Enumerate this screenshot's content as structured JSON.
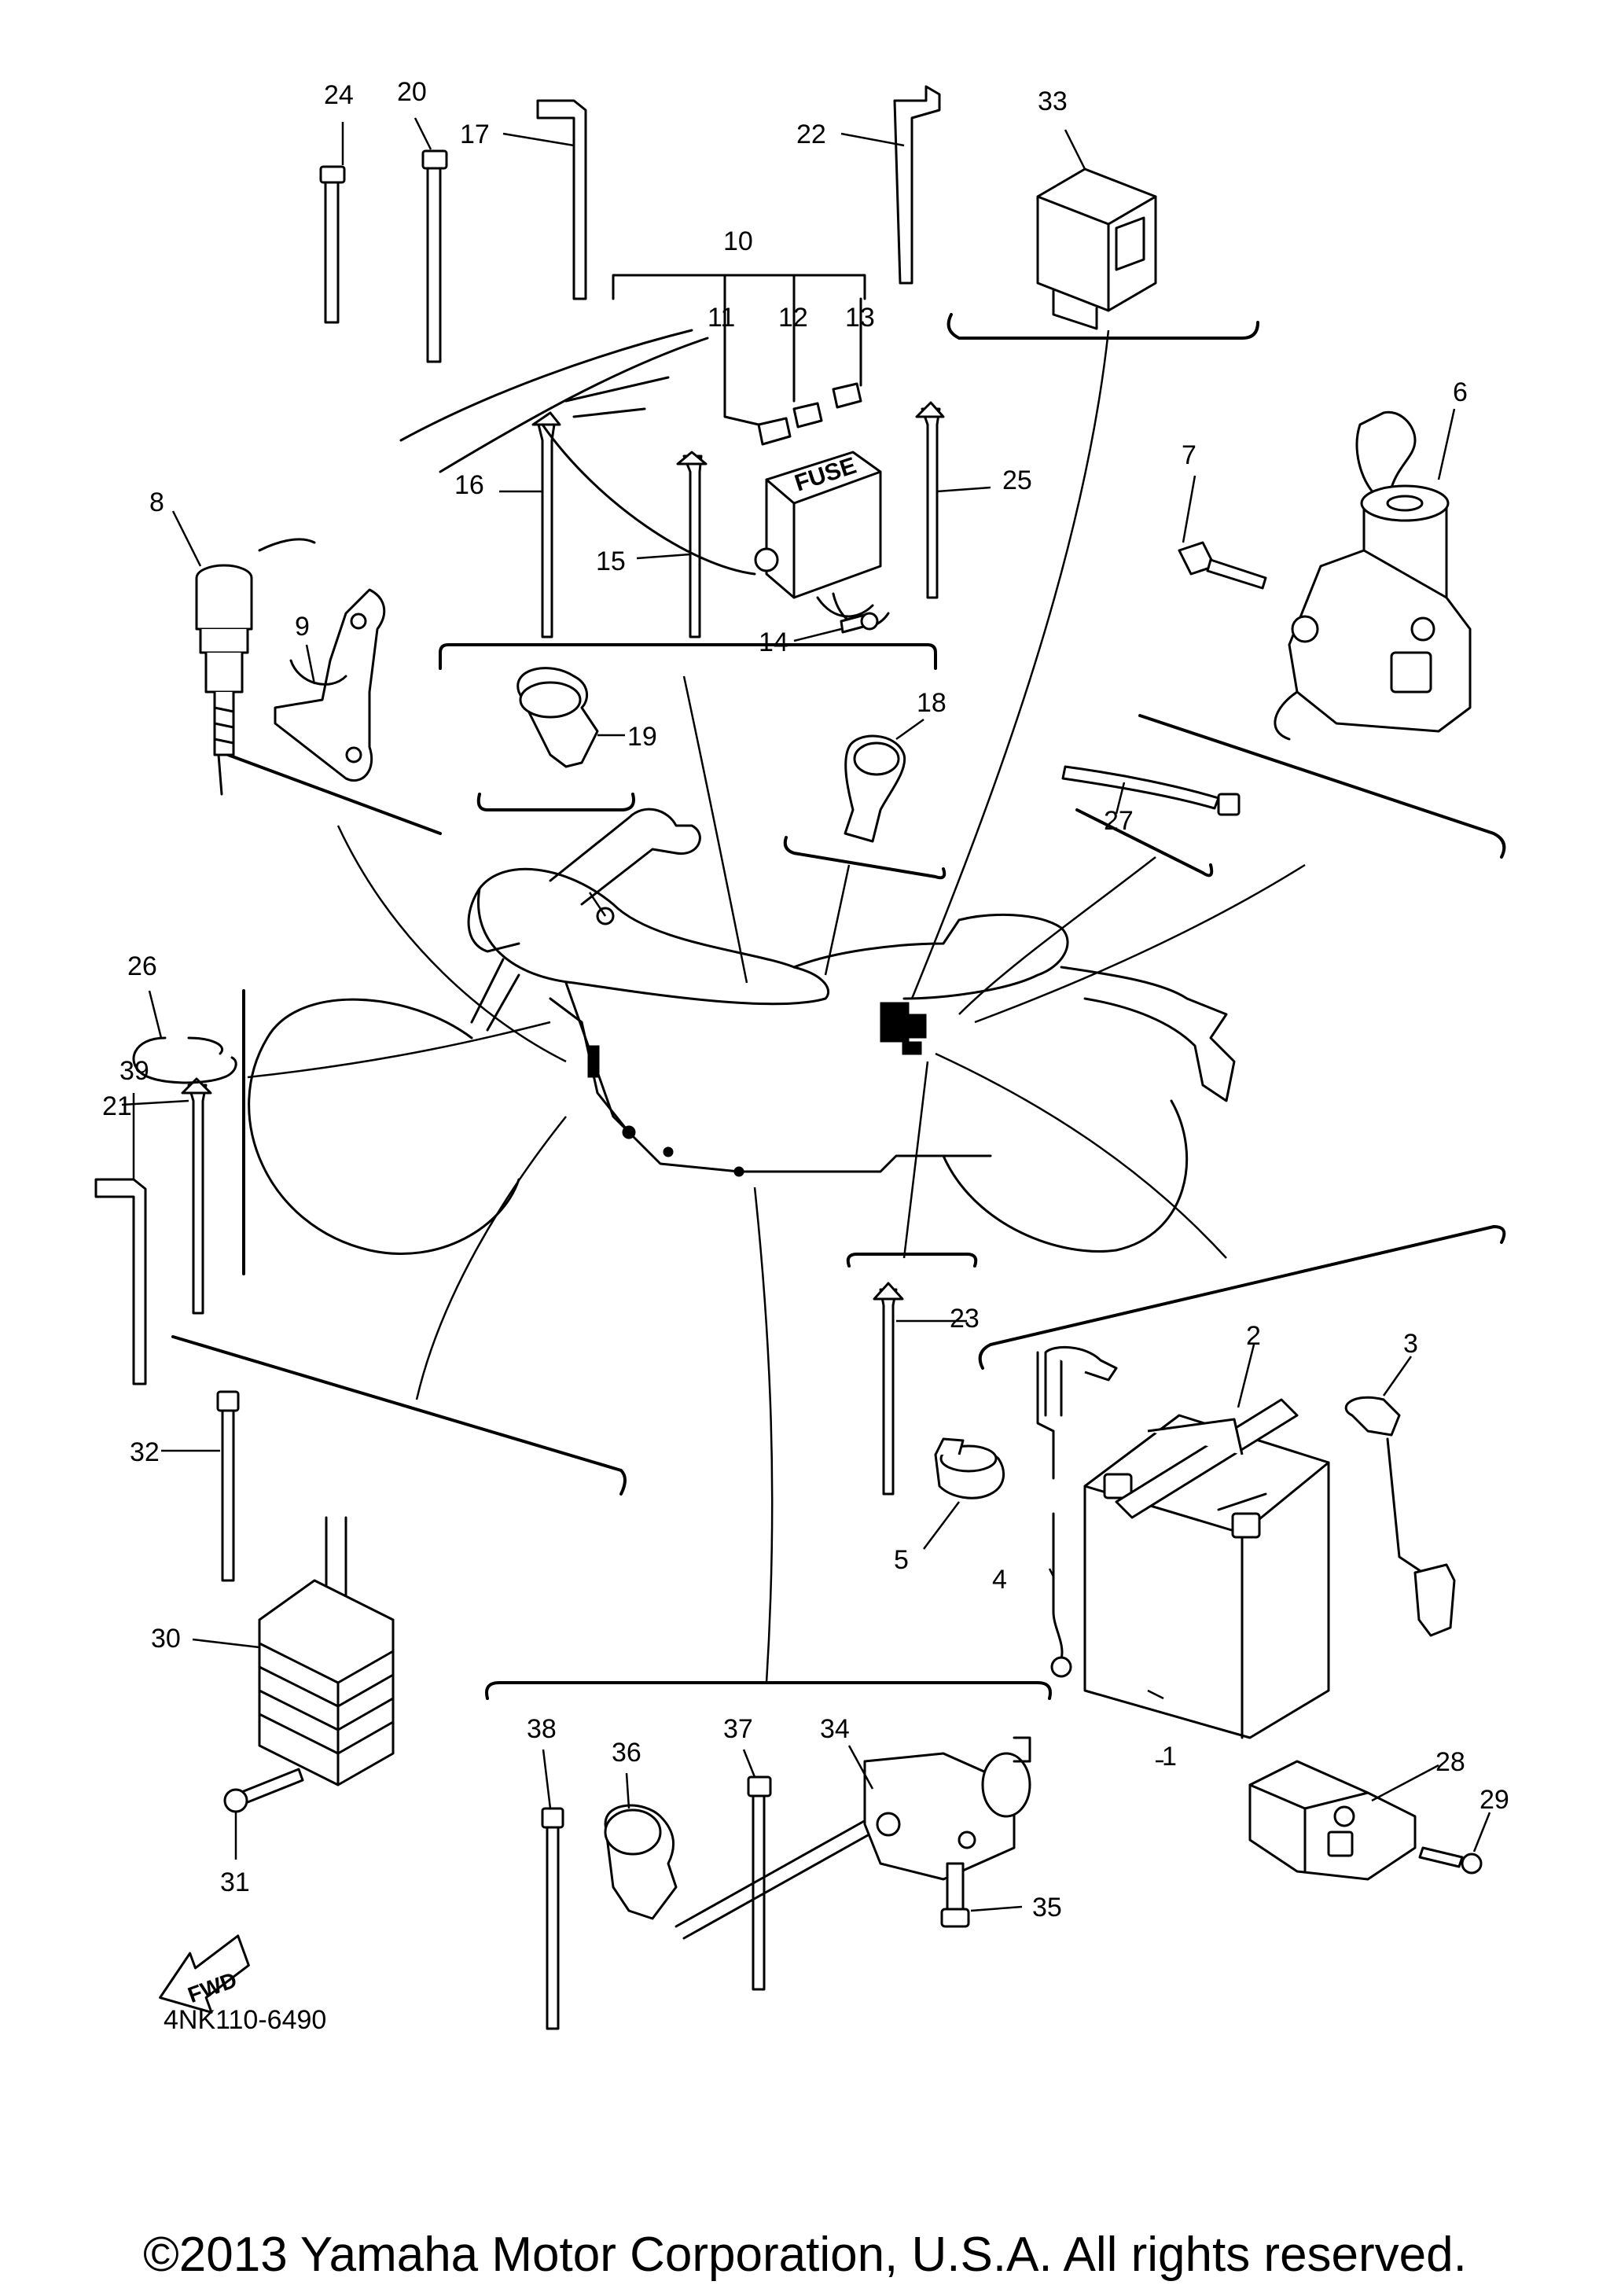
{
  "diagram": {
    "drawing_code": "4NK110-6490",
    "fwd_label": "FWD",
    "fuse_label": "FUSE",
    "copyright": "©2013 Yamaha Motor Corporation, U.S.A. All rights reserved.",
    "callouts": [
      "1",
      "2",
      "3",
      "4",
      "5",
      "6",
      "7",
      "8",
      "9",
      "10",
      "11",
      "12",
      "13",
      "14",
      "15",
      "16",
      "17",
      "18",
      "19",
      "20",
      "21",
      "22",
      "23",
      "24",
      "25",
      "26",
      "27",
      "28",
      "29",
      "30",
      "31",
      "32",
      "33",
      "34",
      "35",
      "36",
      "37",
      "38",
      "39"
    ]
  }
}
